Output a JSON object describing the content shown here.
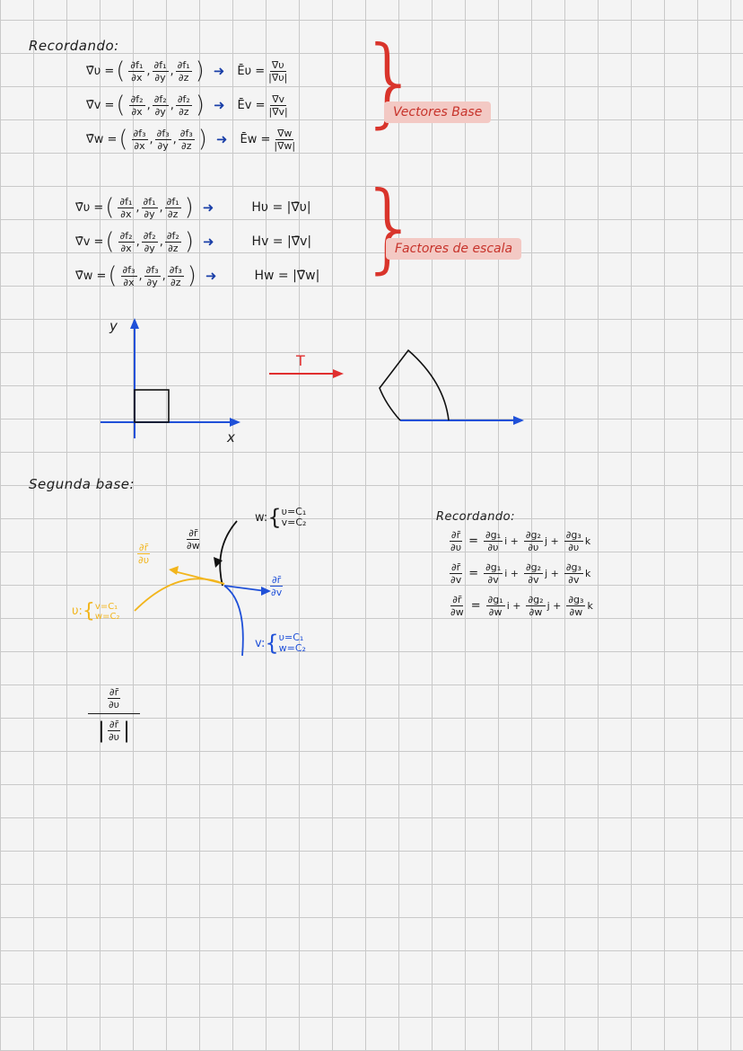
{
  "section1": {
    "heading": "Recordando:",
    "rows": [
      {
        "lhs": "∇̄υ =",
        "terms": [
          [
            "∂f₁",
            "∂x"
          ],
          [
            "∂f₁",
            "∂y"
          ],
          [
            "∂f₁",
            "∂z"
          ]
        ],
        "res_lhs": "Ēυ =",
        "res": [
          "∇̄υ",
          "|∇̄υ|"
        ]
      },
      {
        "lhs": "∇̄v =",
        "terms": [
          [
            "∂f₂",
            "∂x"
          ],
          [
            "∂f₂",
            "∂y"
          ],
          [
            "∂f₂",
            "∂z"
          ]
        ],
        "res_lhs": "Ēv =",
        "res": [
          "∇̄v",
          "|∇̄v|"
        ]
      },
      {
        "lhs": "∇̄w =",
        "terms": [
          [
            "∂f₃",
            "∂x"
          ],
          [
            "∂f₃",
            "∂y"
          ],
          [
            "∂f₃",
            "∂z"
          ]
        ],
        "res_lhs": "Ēw =",
        "res": [
          "∇̄w",
          "|∇̄w|"
        ]
      }
    ],
    "tag": "Vectores Base"
  },
  "section2": {
    "rows": [
      {
        "lhs": "∇̄υ =",
        "terms": [
          [
            "∂f₁",
            "∂x"
          ],
          [
            "∂f₁",
            "∂y"
          ],
          [
            "∂f₁",
            "∂z"
          ]
        ],
        "res": "Hυ = |∇̄υ|"
      },
      {
        "lhs": "∇̄v =",
        "terms": [
          [
            "∂f₂",
            "∂x"
          ],
          [
            "∂f₂",
            "∂y"
          ],
          [
            "∂f₂",
            "∂z"
          ]
        ],
        "res": "Hv = |∇̄v|"
      },
      {
        "lhs": "∇̄w =",
        "terms": [
          [
            "∂f₃",
            "∂x"
          ],
          [
            "∂f₃",
            "∂y"
          ],
          [
            "∂f₃",
            "∂z"
          ]
        ],
        "res": "Hw = |∇̄w|"
      }
    ],
    "tag": "Factores de escala"
  },
  "graph": {
    "y_label": "y",
    "x_label": "x",
    "transform_label": "T"
  },
  "section3": {
    "heading": "Segunda base:",
    "w_curve": [
      "w:",
      "υ=C₁",
      "v=C₂"
    ],
    "u_curve": [
      "υ:",
      "v=C₁",
      "w=C₂"
    ],
    "v_curve": [
      "v:",
      "υ=C₁",
      "w=C₂"
    ],
    "dr_dw": [
      "∂r̄",
      "∂w"
    ],
    "dr_du": [
      "∂r̄",
      "∂υ"
    ],
    "dr_dv": [
      "∂r̄",
      "∂v"
    ],
    "normalized": {
      "num": [
        "∂r̄",
        "∂υ"
      ],
      "den": [
        "∂r̄",
        "∂υ"
      ]
    }
  },
  "section4": {
    "heading": "Recordando:",
    "rows": [
      {
        "lhs": [
          "∂r̄",
          "∂υ"
        ],
        "t1": [
          "∂g₁",
          "∂υ"
        ],
        "t2": [
          "∂g₂",
          "∂υ"
        ],
        "t3": [
          "∂g₃",
          "∂υ"
        ]
      },
      {
        "lhs": [
          "∂r̄",
          "∂v"
        ],
        "t1": [
          "∂g₁",
          "∂v"
        ],
        "t2": [
          "∂g₂",
          "∂v"
        ],
        "t3": [
          "∂g₃",
          "∂v"
        ]
      },
      {
        "lhs": [
          "∂r̄",
          "∂w"
        ],
        "t1": [
          "∂g₁",
          "∂w"
        ],
        "t2": [
          "∂g₂",
          "∂w"
        ],
        "t3": [
          "∂g₃",
          "∂w"
        ]
      }
    ],
    "unit_i": "i +",
    "unit_j": "j +",
    "unit_k": "k"
  },
  "colors": {
    "blue": "#1f50d8",
    "red": "#e02f2f",
    "yellow": "#f2b51c",
    "tag_bg": "#f3c9c4"
  }
}
